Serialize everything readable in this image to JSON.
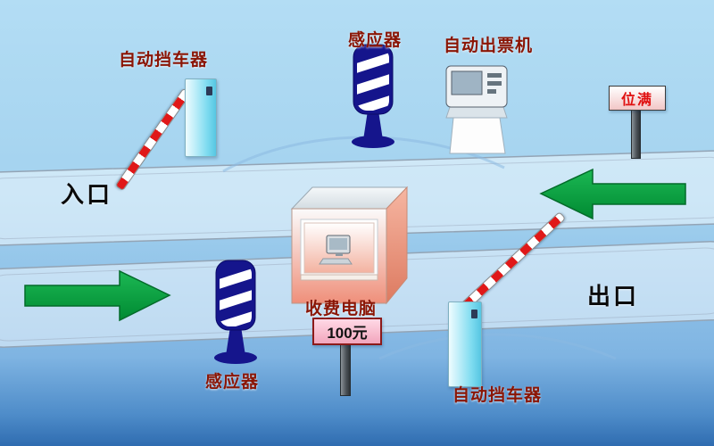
{
  "labels": {
    "barrier_top": "自动挡车器",
    "sensor_top": "感应器",
    "ticket_machine": "自动出票机",
    "full_sign": "位满",
    "entrance": "入口",
    "toll_computer": "收费电脑",
    "price_sign": "100元",
    "exit": "出口",
    "sensor_bottom": "感应器",
    "barrier_bottom": "自动挡车器"
  },
  "colors": {
    "label_text": "#8a1505",
    "gate_text": "#0a0a0a",
    "full_sign_text": "#e01010",
    "arrow_green": "#00a33e",
    "sensor_navy": "#15158c",
    "barrier_stripe_red": "#e01818"
  }
}
